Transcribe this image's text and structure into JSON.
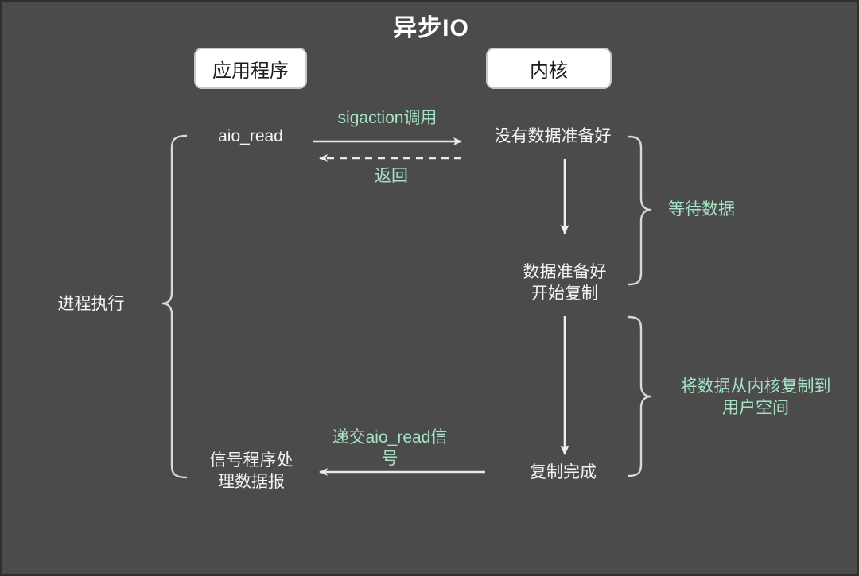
{
  "diagram": {
    "title": "异步IO",
    "background_color": "#4b4b4b",
    "accent_green": "#a6e3c4",
    "text_color": "#f4f4f4",
    "type": "sequence-diagram"
  },
  "lanes": {
    "application_box": "应用程序",
    "kernel_box": "内核"
  },
  "nodes": {
    "aio_read": "aio_read",
    "no_data_ready": "没有数据准备好",
    "data_ready_start_copy": "数据准备好\n开始复制",
    "copy_complete": "复制完成",
    "signal_handler": "信号程序处\n理数据报"
  },
  "messages": {
    "sigaction_call": "sigaction调用",
    "return": "返回",
    "deliver_signal": "递交aio_read信\n号"
  },
  "braces": {
    "process_execution": "进程执行",
    "waiting_for_data": "等待数据",
    "copy_kernel_to_user": "将数据从内核复制到\n用户空间"
  }
}
